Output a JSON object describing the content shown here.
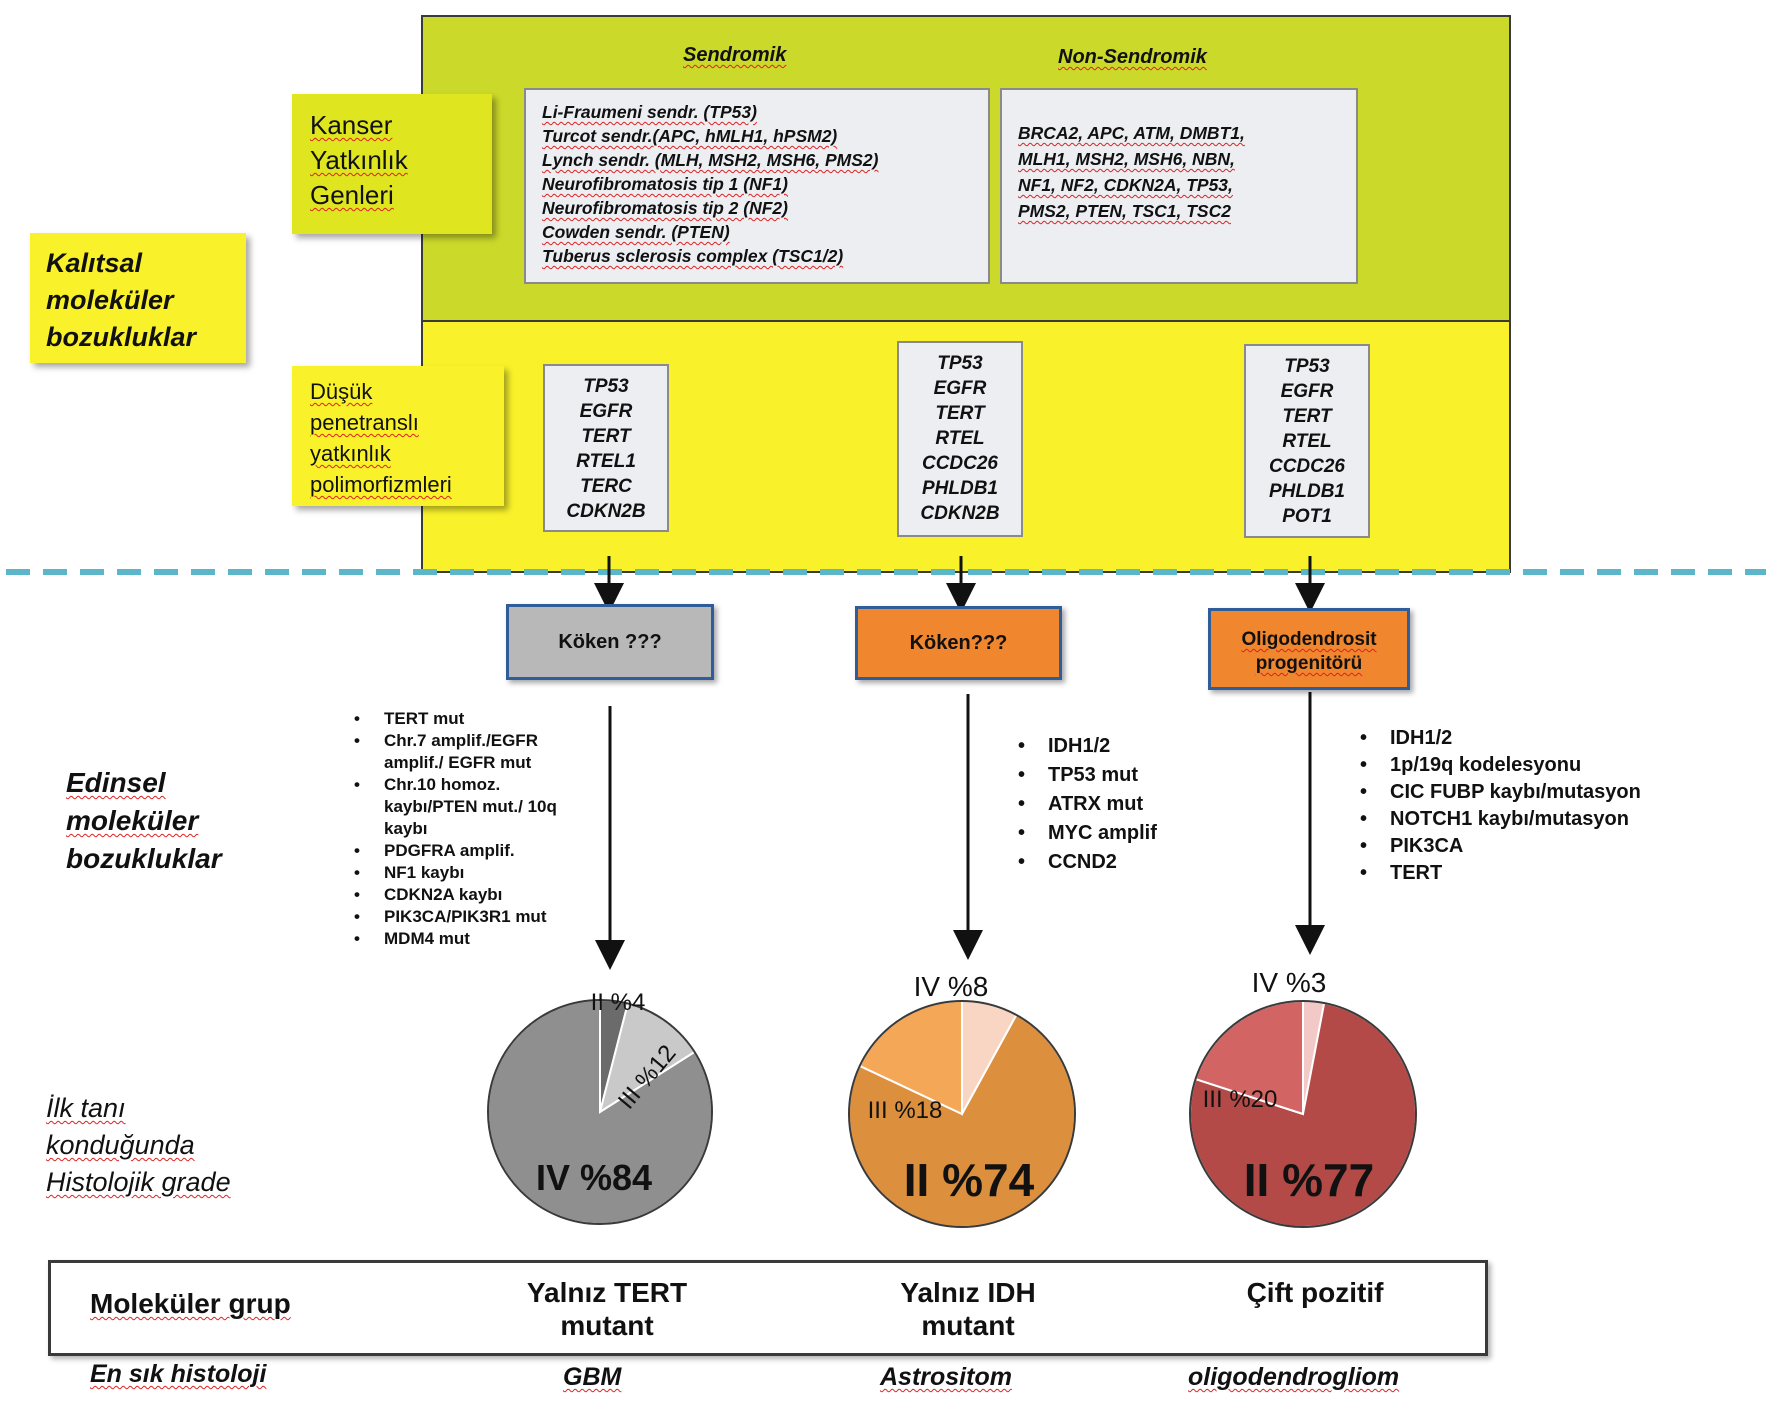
{
  "top": {
    "sendromik_title": "Sendromik",
    "nonsendromik_title": "Non-Sendromik",
    "sendromik_items": [
      "Li-Fraumeni sendr. (TP53)",
      "Turcot sendr.(APC, hMLH1, hPSM2)",
      "Lynch sendr. (MLH, MSH2, MSH6, PMS2)",
      "Neurofibromatosis tip 1 (NF1)",
      "Neurofibromatosis tip 2 (NF2)",
      "Cowden sendr. (PTEN)",
      "Tuberus sclerosis complex (TSC1/2)"
    ],
    "nonsendromik_items": [
      "BRCA2, APC, ATM, DMBT1,",
      "MLH1, MSH2, MSH6, NBN,",
      "NF1, NF2, CDKN2A, TP53,",
      "PMS2, PTEN, TSC1, TSC2"
    ],
    "kanser_label": [
      "Kanser",
      "Yatkınlık",
      "Genleri"
    ],
    "dusuk_label": [
      "Düşük",
      "penetranslı",
      "yatkınlık",
      "polimorfizmleri"
    ],
    "gene_boxes": [
      [
        "TP53",
        "EGFR",
        "TERT",
        "RTEL1",
        "TERC",
        "CDKN2B"
      ],
      [
        "TP53",
        "EGFR",
        "TERT",
        "RTEL",
        "CCDC26",
        "PHLDB1",
        "CDKN2B"
      ],
      [
        "TP53",
        "EGFR",
        "TERT",
        "RTEL",
        "CCDC26",
        "PHLDB1",
        "POT1"
      ]
    ]
  },
  "left_labels": {
    "kalitsal": [
      "Kalıtsal",
      "moleküler",
      "bozukluklar"
    ],
    "edinsel": [
      "Edinsel",
      "moleküler",
      "bozukluklar"
    ],
    "ilk_tani": [
      "İlk tanı",
      "konduğunda",
      "Histolojik grade"
    ]
  },
  "origins": [
    "Köken ???",
    "Köken???",
    "Oligodendrosit progenitörü"
  ],
  "lists": {
    "col1": [
      "TERT mut",
      "Chr.7 amplif./EGFR amplif./ EGFR mut",
      "Chr.10 homoz. kaybı/PTEN mut./ 10q kaybı",
      "PDGFRA amplif.",
      "NF1 kaybı",
      "CDKN2A kaybı",
      "PIK3CA/PIK3R1 mut",
      "MDM4 mut"
    ],
    "col2": [
      "IDH1/2",
      "TP53 mut",
      "ATRX mut",
      "MYC amplif",
      "CCND2"
    ],
    "col3": [
      "IDH1/2",
      "1p/19q kodelesyonu",
      "CIC FUBP kaybı/mutasyon",
      "NOTCH1 kaybı/mutasyon",
      "PIK3CA",
      "TERT"
    ]
  },
  "chart_data": [
    {
      "type": "pie",
      "slices": [
        {
          "label": "II %4",
          "value": 4,
          "color": "#6b6b6b"
        },
        {
          "label": "III %12",
          "value": 12,
          "color": "#c9c9c9"
        },
        {
          "label": "IV %84",
          "value": 84,
          "color": "#8f8f8f"
        }
      ]
    },
    {
      "type": "pie",
      "slices": [
        {
          "label": "IV %8",
          "value": 8,
          "color": "#f9d6c3"
        },
        {
          "label": "II %74",
          "value": 74,
          "color": "#dc8f3c"
        },
        {
          "label": "III %18",
          "value": 18,
          "color": "#f4a857"
        }
      ]
    },
    {
      "type": "pie",
      "slices": [
        {
          "label": "IV %3",
          "value": 3,
          "color": "#f2c9c6"
        },
        {
          "label": "II %77",
          "value": 77,
          "color": "#b34a47"
        },
        {
          "label": "III %20",
          "value": 20,
          "color": "#d26563"
        }
      ]
    }
  ],
  "bottom": {
    "group_label": "Moleküler grup",
    "groups": [
      "Yalnız TERT mutant",
      "Yalnız IDH mutant",
      "Çift pozitif"
    ],
    "histology_label": "En sık histoloji",
    "histologies": [
      "GBM",
      "Astrositom",
      "oligodendrogliom"
    ]
  },
  "colors": {
    "top_band": "#cbd92a",
    "mid_band": "#f9f22a",
    "origin_gray": "#b8b8b8",
    "origin_orange": "#f0862e",
    "dashed_line": "#5bb6c9"
  }
}
